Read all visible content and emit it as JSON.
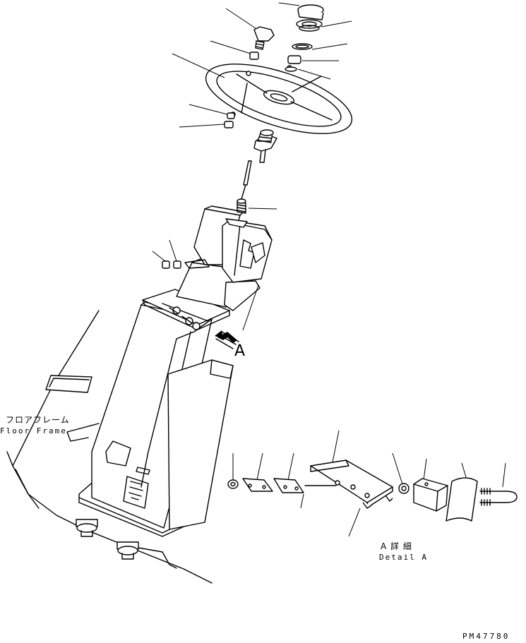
{
  "drawing": {
    "floor_frame_label_jp": "フロアフレーム",
    "floor_frame_label_en": "Floor Frame",
    "arrow_label": "A",
    "detail_label_jp": "A 詳 細",
    "detail_label_en": "Detail A",
    "drawing_number": "PM47780"
  },
  "colors": {
    "line": "#000000",
    "background": "#ffffff"
  }
}
